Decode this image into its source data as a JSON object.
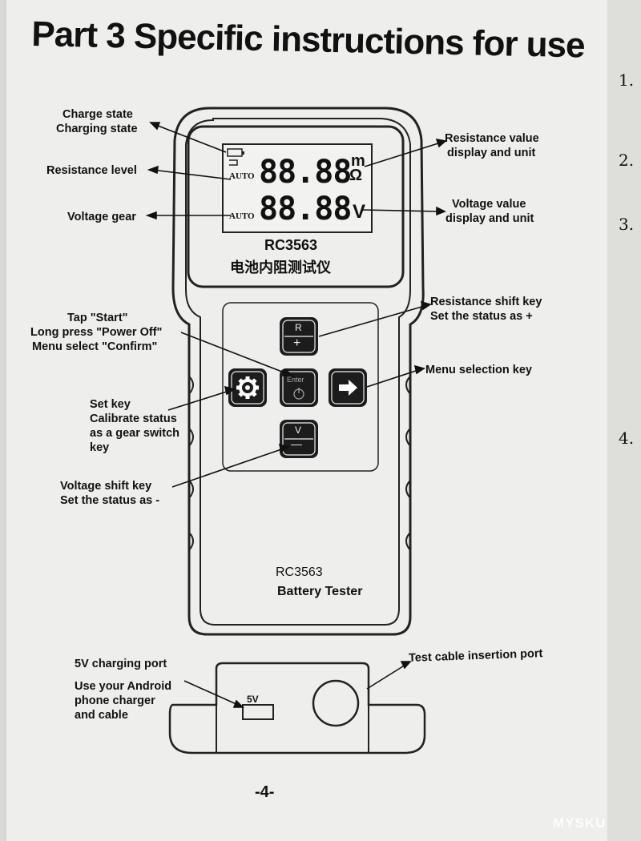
{
  "page": {
    "title": "Part 3  Specific instructions for use",
    "page_number": "-4-",
    "watermark": "MYSKU",
    "side_numbers": [
      "1.",
      "2.",
      "3.",
      "4."
    ]
  },
  "display": {
    "auto1": "AUTO",
    "resistance_value": "88.88",
    "resistance_unit_top": "m",
    "resistance_unit_bottom": "Ω",
    "auto2": "AUTO",
    "voltage_value": "88.88",
    "voltage_unit": "V",
    "model": "RC3563",
    "chinese_name": "电池内阻测试仪"
  },
  "keys": {
    "r_top": "R",
    "r_bottom": "+",
    "v_top": "V",
    "v_bottom": "—",
    "enter": "Enter"
  },
  "device_footer": {
    "model": "RC3563",
    "name": "Battery Tester"
  },
  "port_panel": {
    "port_label": "5V"
  },
  "callouts": {
    "charge_state": "Charge state",
    "charging_state": "Charging state",
    "resistance_level": "Resistance level",
    "voltage_gear": "Voltage gear",
    "resistance_display_1": "Resistance value",
    "resistance_display_2": "display and unit",
    "voltage_display_1": "Voltage value",
    "voltage_display_2": "display and unit",
    "tap_start": "Tap \"Start\"",
    "long_press": "Long press \"Power Off\"",
    "menu_select": "Menu select \"Confirm\"",
    "res_shift_1": "Resistance shift key",
    "res_shift_2": "Set the status as +",
    "menu_selection_key": "Menu selection key",
    "set_key_1": "Set key",
    "set_key_2": "Calibrate status",
    "set_key_3": "as a gear switch",
    "set_key_4": "key",
    "volt_shift_1": "Voltage shift key",
    "volt_shift_2": "Set the status as -",
    "charging_port": "5V charging port",
    "android_1": "Use your Android",
    "android_2": "phone charger",
    "android_3": "and cable",
    "test_cable": "Test cable insertion port"
  }
}
